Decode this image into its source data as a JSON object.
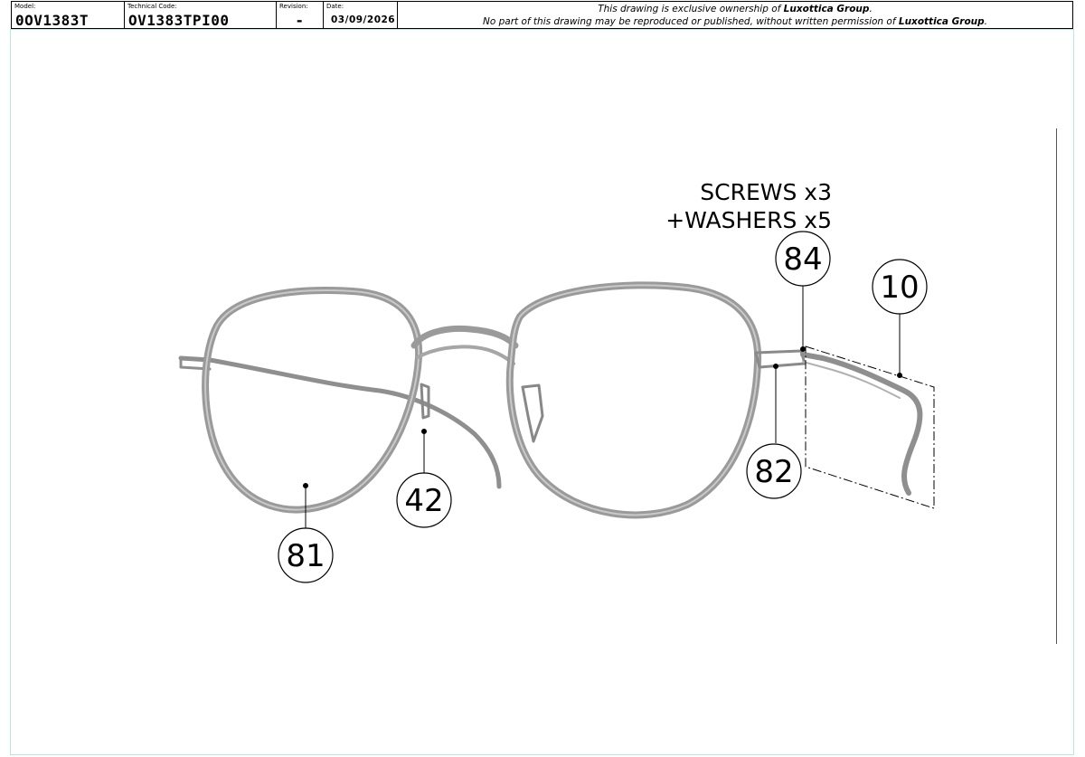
{
  "titleblock": {
    "model_label": "Model:",
    "model_value": "0OV1383T",
    "code_label": "Technical Code:",
    "code_value": "OV1383TPI00",
    "revision_label": "Revision:",
    "revision_value": "-",
    "date_label": "Date:",
    "date_value": "03/09/2026",
    "notice_line1_prefix": "This drawing is exclusive ownership of ",
    "notice_line1_brand": "Luxottica Group",
    "notice_line1_suffix": ".",
    "notice_line2_prefix": "No part of this drawing may be reproduced or published, without written permission of ",
    "notice_line2_brand": "Luxottica Group",
    "notice_line2_suffix": "."
  },
  "annotations": {
    "screws_line1": "SCREWS x3",
    "screws_line2": "+WASHERS x5"
  },
  "callouts": {
    "c84": "84",
    "c10": "10",
    "c82": "82",
    "c42": "42",
    "c81": "81"
  },
  "colors": {
    "frame_metal": "#9a9a9a",
    "frame_dark": "#7d7d7d",
    "sheet_border": "#bfe3e3"
  },
  "icons": {
    "product": "eyeglasses-frame"
  }
}
